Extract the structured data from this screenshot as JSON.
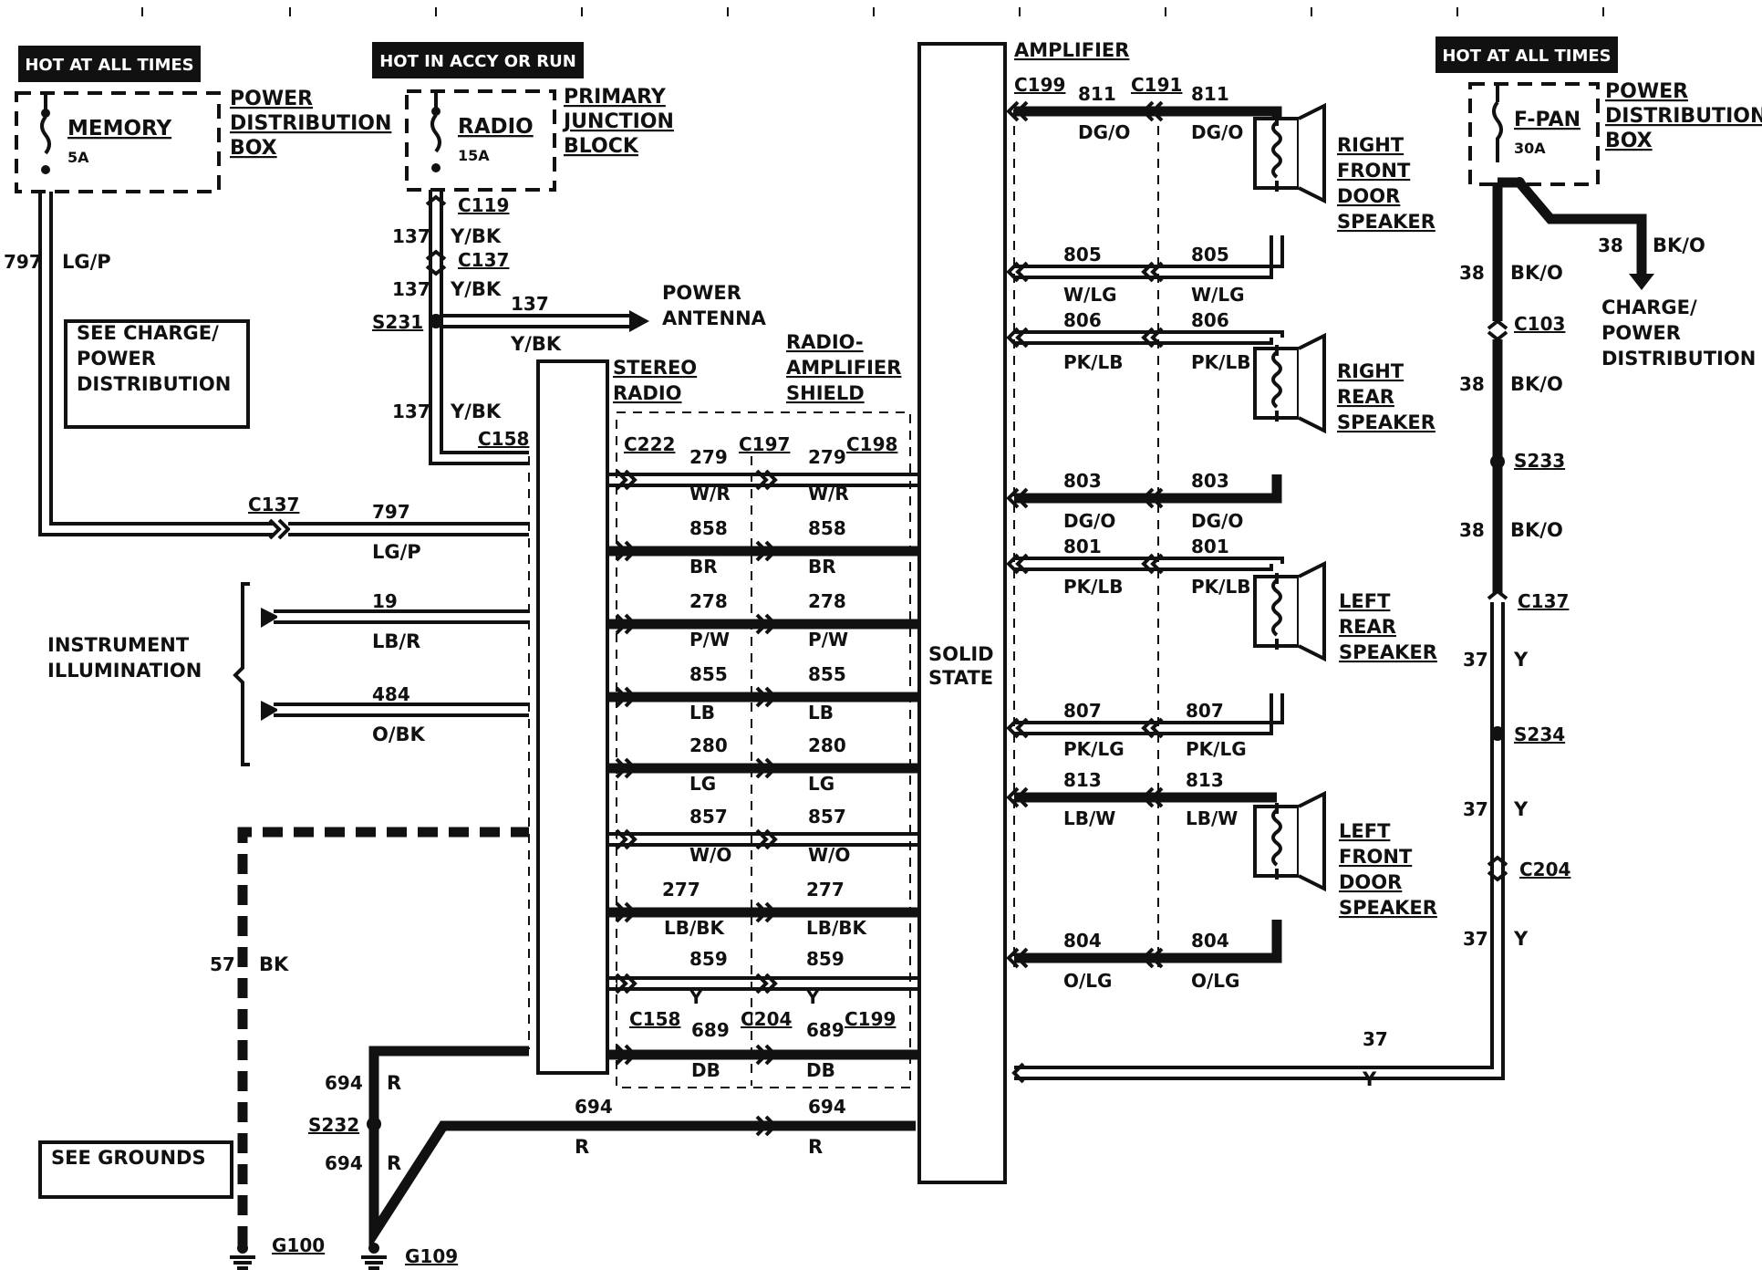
{
  "banners": {
    "hot_all_times_left": "HOT AT ALL TIMES",
    "hot_accy_run": "HOT IN ACCY OR RUN",
    "hot_all_times_right": "HOT AT ALL TIMES"
  },
  "fuses": {
    "memory": {
      "name": "MEMORY",
      "rating": "5A"
    },
    "radio": {
      "name": "RADIO",
      "rating": "15A"
    },
    "fpan": {
      "name": "F-PAN",
      "rating": "30A"
    }
  },
  "labels": {
    "pdb_left": [
      "POWER",
      "DISTRIBUTION",
      "BOX"
    ],
    "pjb": [
      "PRIMARY",
      "JUNCTION",
      "BLOCK"
    ],
    "pdb_right": [
      "POWER",
      "DISTRIBUTION",
      "BOX"
    ],
    "see_charge": [
      "SEE CHARGE/",
      "POWER",
      "DISTRIBUTION"
    ],
    "power_antenna": [
      "POWER",
      "ANTENNA"
    ],
    "stereo_radio": [
      "STEREO",
      "RADIO"
    ],
    "radio_amp_shield": [
      "RADIO-",
      "AMPLIFIER",
      "SHIELD"
    ],
    "amplifier": "AMPLIFIER",
    "solid_state": [
      "SOLID",
      "STATE"
    ],
    "instrument_illumination": [
      "INSTRUMENT",
      "ILLUMINATION"
    ],
    "see_grounds": "SEE GROUNDS",
    "charge_power_dist": [
      "CHARGE/",
      "POWER",
      "DISTRIBUTION"
    ],
    "rf_speaker": [
      "RIGHT",
      "FRONT",
      "DOOR",
      "SPEAKER"
    ],
    "rr_speaker": [
      "RIGHT",
      "REAR",
      "SPEAKER"
    ],
    "lr_speaker": [
      "LEFT",
      "REAR",
      "SPEAKER"
    ],
    "lf_speaker": [
      "LEFT",
      "FRONT",
      "DOOR",
      "SPEAKER"
    ]
  },
  "connectors": {
    "c119": "C119",
    "c137a": "C137",
    "c137b": "C137",
    "c137c": "C137",
    "c158a": "C158",
    "c158b": "C158",
    "c222": "C222",
    "c197": "C197",
    "c198": "C198",
    "c204a": "C204",
    "c204b": "C204",
    "c199a": "C199",
    "c199b": "C199",
    "c191": "C191",
    "c103": "C103"
  },
  "splices": {
    "s231": "S231",
    "s232": "S232",
    "s233": "S233",
    "s234": "S234"
  },
  "grounds": {
    "g100": "G100",
    "g109": "G109"
  },
  "left_wires": {
    "w797_circuit": "797",
    "w797_color": "LG/P",
    "w137a_circuit": "137",
    "w137a_color": "Y/BK",
    "w137b_circuit": "137",
    "w137b_color": "Y/BK",
    "w137c_circuit": "137",
    "w137c_color": "Y/BK",
    "w137d_circuit": "137",
    "w137d_color": "Y/BK",
    "w797b_circuit": "797",
    "w797b_color": "LG/P",
    "w19_circuit": "19",
    "w19_color": "LB/R",
    "w484_circuit": "484",
    "w484_color": "O/BK",
    "w57_circuit": "57",
    "w57_color": "BK",
    "w694a_circuit": "694",
    "w694a_color": "R",
    "w694b_circuit": "694",
    "w694b_color": "R",
    "w694c_circuit": "694",
    "w694c_color": "R",
    "w694d_circuit": "694",
    "w694d_color": "R"
  },
  "radio_amp_wires": [
    {
      "circuit": "279",
      "color": "W/R"
    },
    {
      "circuit": "858",
      "color": "BR"
    },
    {
      "circuit": "278",
      "color": "P/W"
    },
    {
      "circuit": "855",
      "color": "LB"
    },
    {
      "circuit": "280",
      "color": "LG"
    },
    {
      "circuit": "857",
      "color": "W/O"
    },
    {
      "circuit": "277",
      "color": "LB/BK"
    },
    {
      "circuit": "859",
      "color": "Y"
    },
    {
      "circuit": "689",
      "color": "DB"
    }
  ],
  "speaker_wires": [
    {
      "circuit": "811",
      "color": "DG/O"
    },
    {
      "circuit": "805",
      "color": "W/LG"
    },
    {
      "circuit": "806",
      "color": "PK/LB"
    },
    {
      "circuit": "803",
      "color": "DG/O"
    },
    {
      "circuit": "801",
      "color": "PK/LB"
    },
    {
      "circuit": "807",
      "color": "PK/LG"
    },
    {
      "circuit": "813",
      "color": "LB/W"
    },
    {
      "circuit": "804",
      "color": "O/LG"
    }
  ],
  "right_wires": {
    "w38a_circuit": "38",
    "w38a_color": "BK/O",
    "w38b_circuit": "38",
    "w38b_color": "BK/O",
    "w38c_circuit": "38",
    "w38c_color": "BK/O",
    "w38d_circuit": "38",
    "w38d_color": "BK/O",
    "w37a_circuit": "37",
    "w37a_color": "Y",
    "w37b_circuit": "37",
    "w37b_color": "Y",
    "w37c_circuit": "37",
    "w37c_color": "Y",
    "w37d_circuit": "37",
    "w37d_color": "Y"
  }
}
